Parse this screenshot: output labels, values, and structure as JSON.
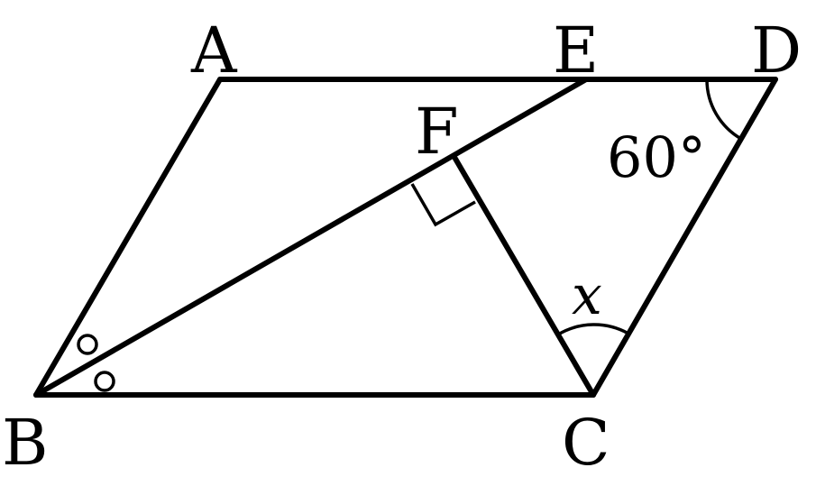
{
  "figure": {
    "vertices": {
      "A": "A",
      "B": "B",
      "C": "C",
      "D": "D",
      "E": "E",
      "F": "F"
    },
    "angle_D": "60°",
    "angle_x": "x",
    "segments": [
      "AD",
      "AB",
      "BC",
      "CD",
      "BE",
      "CF"
    ],
    "marks": {
      "right_angle_at": "F",
      "equal_angle_marks_at": "B",
      "equal_angle_mark_symbol": "circle"
    },
    "colors": {
      "stroke": "#000000",
      "background": "#ffffff"
    }
  }
}
